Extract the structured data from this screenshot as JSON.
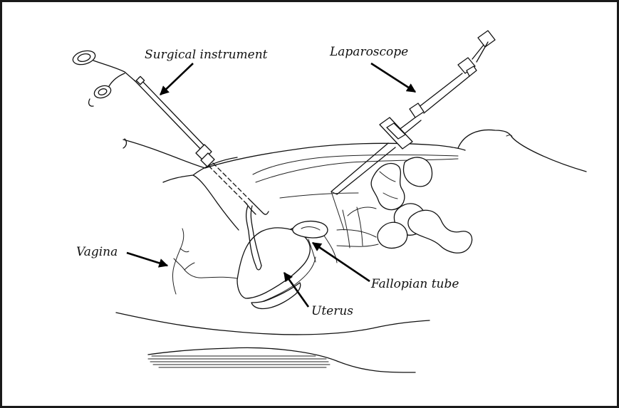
{
  "labels": {
    "surgical_instrument": "Surgical instrument",
    "laparoscope": "Laparoscope",
    "vagina": "Vagina",
    "fallopian_tube": "Fallopian tube",
    "uterus": "Uterus"
  },
  "colors": {
    "ink": "#111111",
    "background": "#ffffff",
    "frame": "#1a1a1a"
  }
}
